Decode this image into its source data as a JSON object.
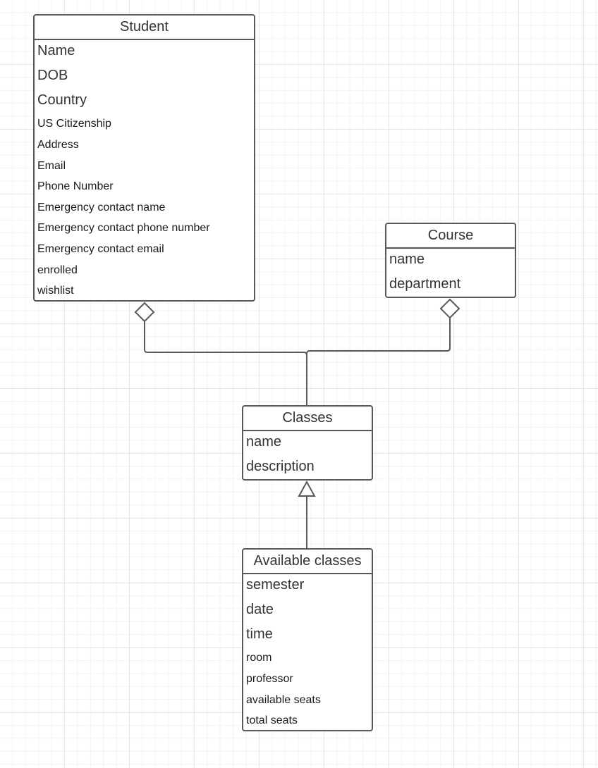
{
  "diagram": {
    "classes": {
      "student": {
        "title": "Student",
        "attributes": [
          "Name",
          "DOB",
          "Country",
          "US Citizenship",
          "Address",
          "Email",
          "Phone Number",
          "Emergency contact name",
          "Emergency contact phone number",
          "Emergency contact email",
          "enrolled",
          "wishlist"
        ]
      },
      "course": {
        "title": "Course",
        "attributes": [
          "name",
          "department"
        ]
      },
      "classes": {
        "title": "Classes",
        "attributes": [
          "name",
          "description"
        ]
      },
      "available_classes": {
        "title": "Available classes",
        "attributes": [
          "semester",
          "date",
          "time",
          "room",
          "professor",
          "available seats",
          "total seats"
        ]
      }
    },
    "relationships": [
      {
        "type": "aggregation",
        "whole": "Student",
        "part": "Classes"
      },
      {
        "type": "aggregation",
        "whole": "Course",
        "part": "Classes"
      },
      {
        "type": "generalization",
        "parent": "Classes",
        "child": "Available classes"
      }
    ]
  }
}
